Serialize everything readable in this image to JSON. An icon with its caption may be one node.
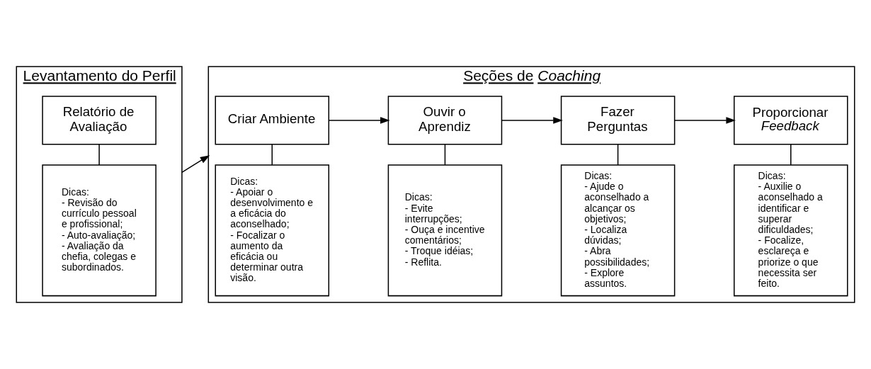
{
  "diagram": {
    "nodes": [
      {
        "text": [
          "Levantamento do Perfil"
        ]
      },
      {
        "text": [
          "Relatório de Avaliação"
        ],
        "in": 0
      },
      {
        "text": [
          "Dicas:",
          "- Revisão do currículo pessoal e profissional;",
          "- Auto-avaliação;",
          "- Avaliação da chefia, colegas e subordinados."
        ],
        "in": 0
      },
      {
        "text": [
          "Seções de *Coaching*"
        ]
      },
      {
        "text": [
          "Criar Ambiente"
        ],
        "in": 3
      },
      {
        "text": [
          "Dicas:",
          "- Apoiar o desenvolvimento e a eficácia do aconselhado;",
          "- Focalizar o aumento da eficácia ou determinar outra visão."
        ],
        "in": 3
      },
      {
        "text": [
          "Ouvir o Aprendiz"
        ],
        "in": 3
      },
      {
        "text": [
          "Dicas:",
          "- Evite interrupções;",
          "- Ouça e incentive comentários;",
          "- Troque idéias;",
          "- Reflita."
        ],
        "in": 3
      },
      {
        "text": [
          "Fazer Perguntas"
        ],
        "in": 3
      },
      {
        "text": [
          "Dicas:",
          "- Ajude o aconselhado a alcançar os objetivos;",
          "- Localiza dúvidas;",
          "- Abra possibilidades;",
          "- Explore assuntos."
        ],
        "in": 3
      },
      {
        "text": [
          "Proporcionar *Feedback*"
        ],
        "in": 3
      },
      {
        "text": [
          "Dicas:",
          "- Auxilie o aconselhado a identificar e superar dificuldades;",
          "- Focalize, esclareça e priorize o que necessita ser feito."
        ],
        "in": 3
      }
    ],
    "edges": [
      {
        "from": 1,
        "to": 2,
        "arrow": "none"
      },
      {
        "from": 0,
        "to": 3,
        "arrow": "to"
      },
      {
        "from": 4,
        "to": 5,
        "arrow": "none"
      },
      {
        "from": 4,
        "to": 6,
        "arrow": "to"
      },
      {
        "from": 6,
        "to": 7,
        "arrow": "none"
      },
      {
        "from": 6,
        "to": 8,
        "arrow": "to"
      },
      {
        "from": 8,
        "to": 9,
        "arrow": "none"
      },
      {
        "from": 8,
        "to": 10,
        "arrow": "to"
      },
      {
        "from": 10,
        "to": 11,
        "arrow": "none"
      }
    ]
  }
}
